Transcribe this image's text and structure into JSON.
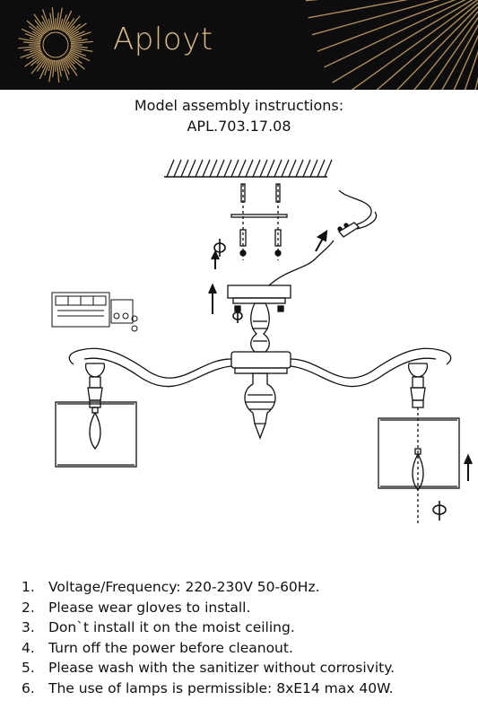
{
  "header": {
    "brand": "Aployt",
    "background_color": "#0d0d0d",
    "accent_color": "#d9b98a",
    "logo_icon": "sunburst-icon"
  },
  "title": {
    "line1": "Model assembly instructions:",
    "line2": "APL.703.17.08"
  },
  "diagram": {
    "icons": [
      "ceiling-hatch",
      "screw-icon",
      "rotate-arrow-icon",
      "up-arrow-icon",
      "terminal-block-icon",
      "candle-bulb-icon",
      "lamp-shade-icon"
    ]
  },
  "instructions": [
    {
      "num": "1.",
      "text": "Voltage/Frequency: 220-230V 50-60Hz."
    },
    {
      "num": "2.",
      "text": "Please wear gloves to install."
    },
    {
      "num": "3.",
      "text": "Don`t install it on the moist ceiling."
    },
    {
      "num": "4.",
      "text": "Turn off the power before cleanout."
    },
    {
      "num": "5.",
      "text": "Please wash with the sanitizer without corrosivity."
    },
    {
      "num": "6.",
      "text": "The use of lamps is permissible: 8xE14 max 40W."
    }
  ]
}
